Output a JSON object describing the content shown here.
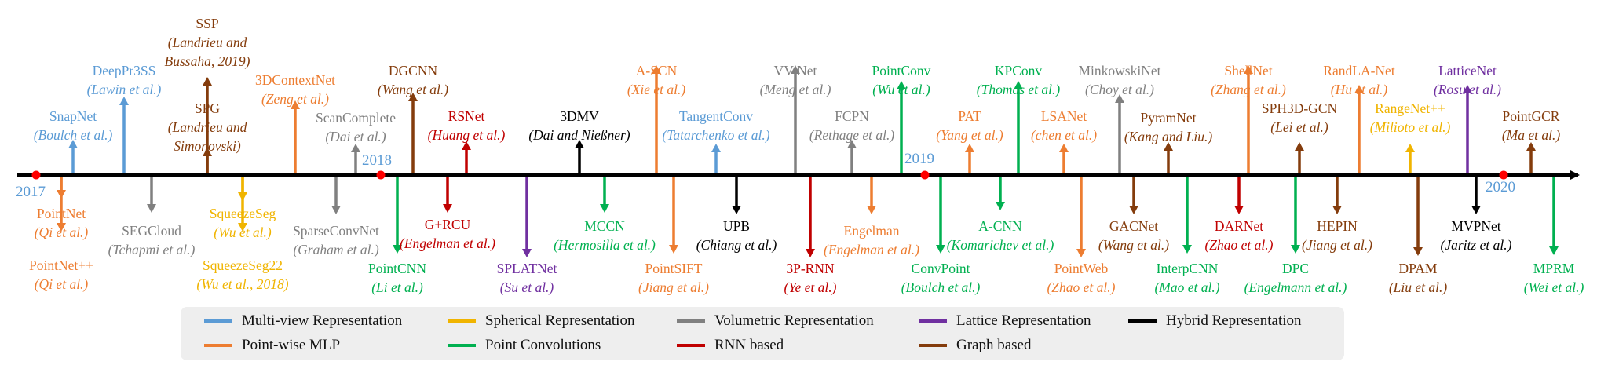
{
  "colors": {
    "multiview": "#5b9bd5",
    "pointwise": "#ed7d31",
    "spherical": "#f0b400",
    "volumetric": "#808080",
    "lattice": "#7030a0",
    "hybrid": "#000000",
    "pointconv": "#00b050",
    "rnn": "#c00000",
    "graph": "#843c0c",
    "year_dot": "#ff0000",
    "axis": "#000000",
    "year_label": "#5b9bd5"
  },
  "years": [
    "2017",
    "2018",
    "2019",
    "2020"
  ],
  "methods": [
    {
      "name": "SnapNet",
      "authors": "Boulch et al.",
      "cat": "multiview"
    },
    {
      "name": "DeepPr3SS",
      "authors": "Lawin et al.",
      "cat": "multiview"
    },
    {
      "name": "PointNet",
      "authors": "Qi et al.",
      "cat": "pointwise"
    },
    {
      "name": "PointNet++",
      "authors": "Qi et al.",
      "cat": "pointwise"
    },
    {
      "name": "SEGCloud",
      "authors": "Tchapmi et al.",
      "cat": "volumetric"
    },
    {
      "name": "SSP",
      "authors": "Landrieu and Bussaha, 2019",
      "cat": "graph"
    },
    {
      "name": "SPG",
      "authors": "Landrieu and Simonovski",
      "cat": "graph"
    },
    {
      "name": "SqueezeSeg",
      "authors": "Wu et al.",
      "cat": "spherical"
    },
    {
      "name": "SqueezeSeg22",
      "authors": "Wu et al., 2018",
      "cat": "spherical"
    },
    {
      "name": "3DContextNet",
      "authors": "Zeng et al.",
      "cat": "pointwise"
    },
    {
      "name": "SparseConvNet",
      "authors": "Graham et al.",
      "cat": "volumetric"
    },
    {
      "name": "ScanComplete",
      "authors": "Dai et al.",
      "cat": "volumetric"
    },
    {
      "name": "DGCNN",
      "authors": "Wang et al.",
      "cat": "graph"
    },
    {
      "name": "PointCNN",
      "authors": "Li et al.",
      "cat": "pointconv"
    },
    {
      "name": "G+RCU",
      "authors": "Engelman et al.",
      "cat": "rnn"
    },
    {
      "name": "RSNet",
      "authors": "Huang et al.",
      "cat": "rnn"
    },
    {
      "name": "SPLATNet",
      "authors": "Su et al.",
      "cat": "lattice"
    },
    {
      "name": "3DMV",
      "authors": "Dai and Nießner",
      "cat": "hybrid"
    },
    {
      "name": "MCCN",
      "authors": "Hermosilla et al.",
      "cat": "pointconv"
    },
    {
      "name": "A-SCN",
      "authors": "Xie et al.",
      "cat": "pointwise"
    },
    {
      "name": "PointSIFT",
      "authors": "Jiang et al.",
      "cat": "pointwise"
    },
    {
      "name": "TangentConv",
      "authors": "Tatarchenko et al.",
      "cat": "multiview"
    },
    {
      "name": "UPB",
      "authors": "Chiang et al.",
      "cat": "hybrid"
    },
    {
      "name": "VV-Net",
      "authors": "Meng et al.",
      "cat": "volumetric"
    },
    {
      "name": "3P-RNN",
      "authors": "Ye et al.",
      "cat": "rnn"
    },
    {
      "name": "FCPN",
      "authors": "Rethage et al.",
      "cat": "volumetric"
    },
    {
      "name": "Engelman",
      "authors": "Engelman et al.",
      "cat": "pointwise"
    },
    {
      "name": "PointConv",
      "authors": "Wu et al.",
      "cat": "pointconv"
    },
    {
      "name": "ConvPoint",
      "authors": "Boulch et al.",
      "cat": "pointconv"
    },
    {
      "name": "PAT",
      "authors": "Yang et al.",
      "cat": "pointwise"
    },
    {
      "name": "A-CNN",
      "authors": "Komarichev et al.",
      "cat": "pointconv"
    },
    {
      "name": "KPConv",
      "authors": "Thomas et al.",
      "cat": "pointconv"
    },
    {
      "name": "LSANet",
      "authors": "chen et al.",
      "cat": "pointwise"
    },
    {
      "name": "PointWeb",
      "authors": "Zhao et al.",
      "cat": "pointwise"
    },
    {
      "name": "MinkowskiNet",
      "authors": "Choy et al.",
      "cat": "volumetric"
    },
    {
      "name": "GACNet",
      "authors": "Wang et al.",
      "cat": "graph"
    },
    {
      "name": "PyramNet",
      "authors": "Kang and Liu.",
      "cat": "graph"
    },
    {
      "name": "InterpCNN",
      "authors": "Mao et al.",
      "cat": "pointconv"
    },
    {
      "name": "DARNet",
      "authors": "Zhao et al.",
      "cat": "rnn"
    },
    {
      "name": "ShellNet",
      "authors": "Zhang et al.",
      "cat": "pointwise"
    },
    {
      "name": "DPC",
      "authors": "Engelmann et al.",
      "cat": "pointconv"
    },
    {
      "name": "SPH3D-GCN",
      "authors": "Lei et al.",
      "cat": "graph"
    },
    {
      "name": "HEPIN",
      "authors": "Jiang et al.",
      "cat": "graph"
    },
    {
      "name": "RandLA-Net",
      "authors": "Hu et al.",
      "cat": "pointwise"
    },
    {
      "name": "RangeNet++",
      "authors": "Milioto et al.",
      "cat": "spherical"
    },
    {
      "name": "DPAM",
      "authors": "Liu et al.",
      "cat": "graph"
    },
    {
      "name": "LatticeNet",
      "authors": "Rosu et al.",
      "cat": "lattice"
    },
    {
      "name": "MVPNet",
      "authors": "Jaritz et al.",
      "cat": "hybrid"
    },
    {
      "name": "PointGCR",
      "authors": "Ma et al.",
      "cat": "graph"
    },
    {
      "name": "MPRM",
      "authors": "Wei et al.",
      "cat": "pointconv"
    }
  ],
  "legend": [
    {
      "label": "Multi-view Representation",
      "cat": "multiview"
    },
    {
      "label": "Spherical Representation",
      "cat": "spherical"
    },
    {
      "label": "Volumetric Representation",
      "cat": "volumetric"
    },
    {
      "label": "Lattice Representation",
      "cat": "lattice"
    },
    {
      "label": "Hybrid Representation",
      "cat": "hybrid"
    },
    {
      "label": "Point-wise MLP",
      "cat": "pointwise"
    },
    {
      "label": "Point Convolutions",
      "cat": "pointconv"
    },
    {
      "label": "RNN based",
      "cat": "rnn"
    },
    {
      "label": "Graph based",
      "cat": "graph"
    }
  ]
}
